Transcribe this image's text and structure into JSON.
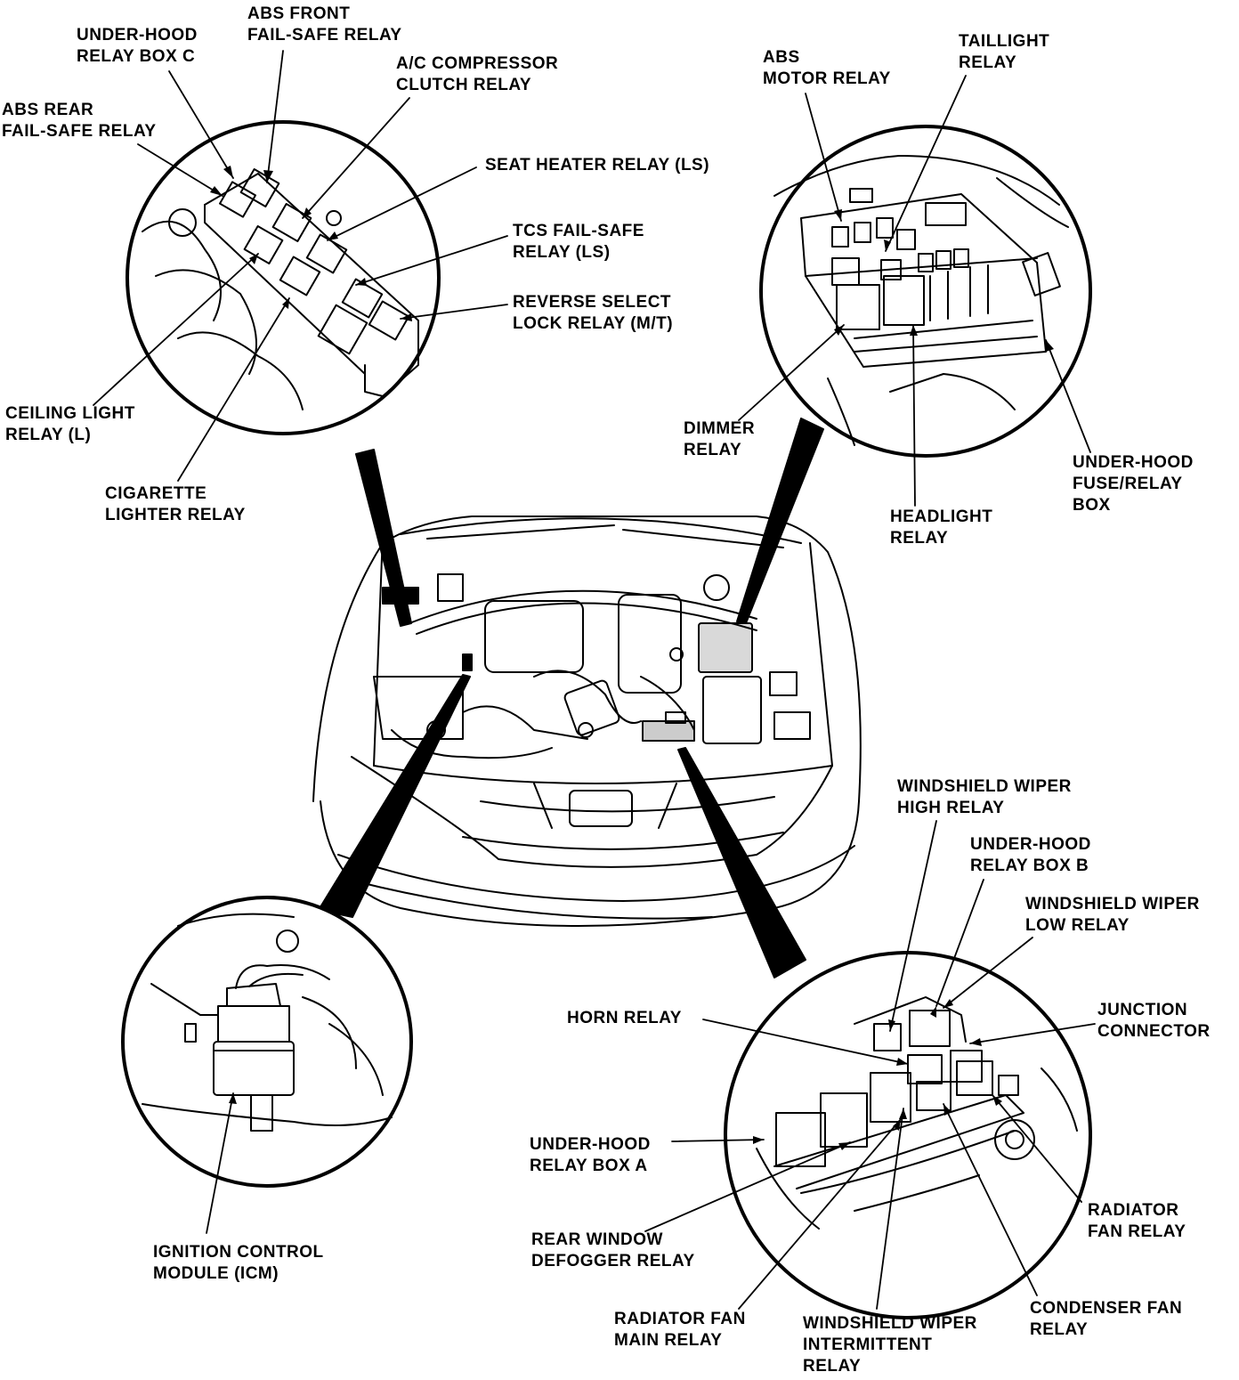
{
  "labels": {
    "abs_front": [
      "ABS FRONT",
      "FAIL-SAFE RELAY"
    ],
    "underhood_c": [
      "UNDER-HOOD",
      "RELAY BOX C"
    ],
    "ac_compressor": [
      "A/C COMPRESSOR",
      "CLUTCH RELAY"
    ],
    "abs_rear": [
      "ABS REAR",
      "FAIL-SAFE RELAY"
    ],
    "seat_heater": [
      "SEAT HEATER RELAY (LS)"
    ],
    "tcs": [
      "TCS FAIL-SAFE",
      "RELAY (LS)"
    ],
    "reverse": [
      "REVERSE SELECT",
      "LOCK RELAY (M/T)"
    ],
    "ceiling": [
      "CEILING LIGHT",
      "RELAY (L)"
    ],
    "cigarette": [
      "CIGARETTE",
      "LIGHTER RELAY"
    ],
    "abs_motor": [
      "ABS",
      "MOTOR RELAY"
    ],
    "taillight": [
      "TAILLIGHT",
      "RELAY"
    ],
    "dimmer": [
      "DIMMER",
      "RELAY"
    ],
    "underhood_fuse": [
      "UNDER-HOOD",
      "FUSE/RELAY",
      "BOX"
    ],
    "headlight": [
      "HEADLIGHT",
      "RELAY"
    ],
    "wiper_high": [
      "WINDSHIELD WIPER",
      "HIGH RELAY"
    ],
    "underhood_b": [
      "UNDER-HOOD",
      "RELAY BOX B"
    ],
    "wiper_low": [
      "WINDSHIELD WIPER",
      "LOW RELAY"
    ],
    "horn": [
      "HORN RELAY"
    ],
    "junction": [
      "JUNCTION",
      "CONNECTOR"
    ],
    "underhood_a": [
      "UNDER-HOOD",
      "RELAY BOX A"
    ],
    "rear_defogger": [
      "REAR WINDOW",
      "DEFOGGER RELAY"
    ],
    "radiator_fan": [
      "RADIATOR",
      "FAN RELAY"
    ],
    "radiator_main": [
      "RADIATOR FAN",
      "MAIN RELAY"
    ],
    "wiper_intermittent": [
      "WINDSHIELD WIPER",
      "INTERMITTENT",
      "RELAY"
    ],
    "condenser": [
      "CONDENSER FAN",
      "RELAY"
    ],
    "icm": [
      "IGNITION CONTROL",
      "MODULE (ICM)"
    ]
  }
}
